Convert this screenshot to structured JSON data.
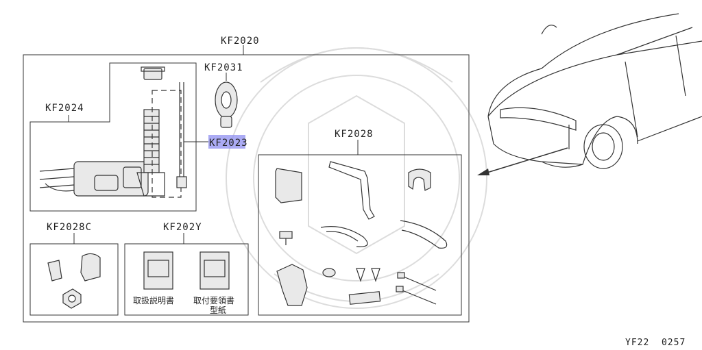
{
  "diagram": {
    "labels": {
      "kit": "KF2020",
      "sensor_module": "KF2024",
      "antenna": "KF2023",
      "grommet": "KF2031",
      "bracket_kit": "KF2028",
      "clip_kit": "KF2028C",
      "manuals": "KF202Y"
    },
    "manual_captions": {
      "manual_1": "取扱説明書",
      "manual_2_line1": "取付要領書",
      "manual_2_line2": "型紙"
    },
    "footer_code": "YF22  0257",
    "highlight_color": "#8f8ff0"
  }
}
